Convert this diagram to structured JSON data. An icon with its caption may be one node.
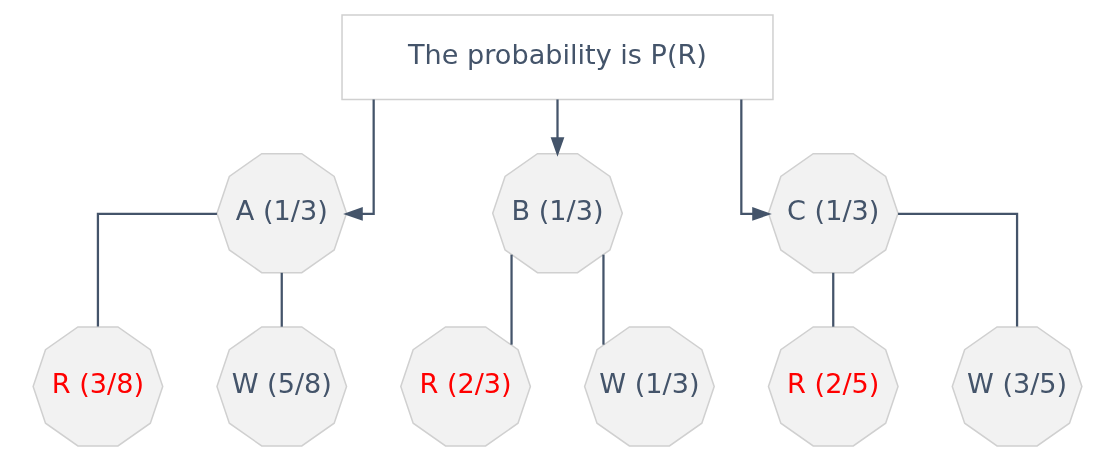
{
  "diagram": {
    "nodes": [
      {
        "text": [
          "The probability is P(R)"
        ]
      },
      {
        "text": [
          "A (1/3)"
        ]
      },
      {
        "text": [
          "B (1/3)"
        ]
      },
      {
        "text": [
          "C (1/3)"
        ]
      },
      {
        "text": [
          "R (3/8)"
        ]
      },
      {
        "text": [
          "W (5/8)"
        ]
      },
      {
        "text": [
          "R (2/3)"
        ]
      },
      {
        "text": [
          "W (1/3)"
        ]
      },
      {
        "text": [
          "R (2/5)"
        ]
      },
      {
        "text": [
          "W (3/5)"
        ]
      }
    ],
    "edges": [
      {
        "from": 0,
        "to": 1,
        "arrow": "to"
      },
      {
        "from": 0,
        "to": 2,
        "arrow": "to"
      },
      {
        "from": 0,
        "to": 3,
        "arrow": "to"
      },
      {
        "from": 1,
        "to": 4,
        "arrow": "none"
      },
      {
        "from": 1,
        "to": 5,
        "arrow": "none"
      },
      {
        "from": 2,
        "to": 6,
        "arrow": "none"
      },
      {
        "from": 2,
        "to": 7,
        "arrow": "none"
      },
      {
        "from": 3,
        "to": 8,
        "arrow": "none"
      },
      {
        "from": 3,
        "to": 9,
        "arrow": "none"
      }
    ]
  }
}
